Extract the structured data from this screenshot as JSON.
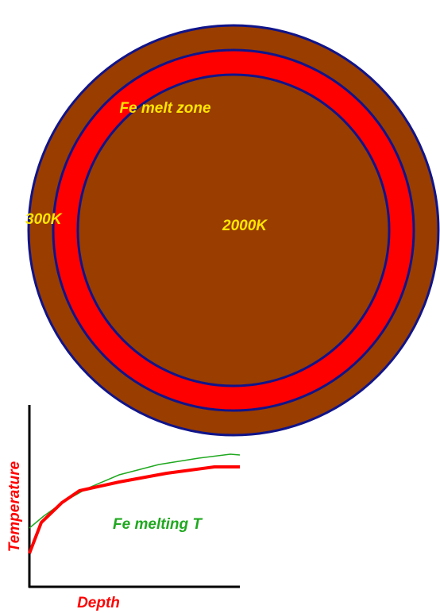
{
  "planet": {
    "melt_zone_label": "Fe melt zone",
    "surface_temp_label": "300K",
    "interior_temp_label": "2000K",
    "colors": {
      "mantle": "#993D00",
      "melt_zone": "#FF0000",
      "outline": "#10148A",
      "label": "#FFE600"
    }
  },
  "graph": {
    "ylabel": "Temperature",
    "xlabel": "Depth",
    "melting_curve_label": "Fe melting T",
    "colors": {
      "temperature": "#FF0000",
      "melting": "#1FA81F",
      "axes": "#000000"
    }
  }
}
